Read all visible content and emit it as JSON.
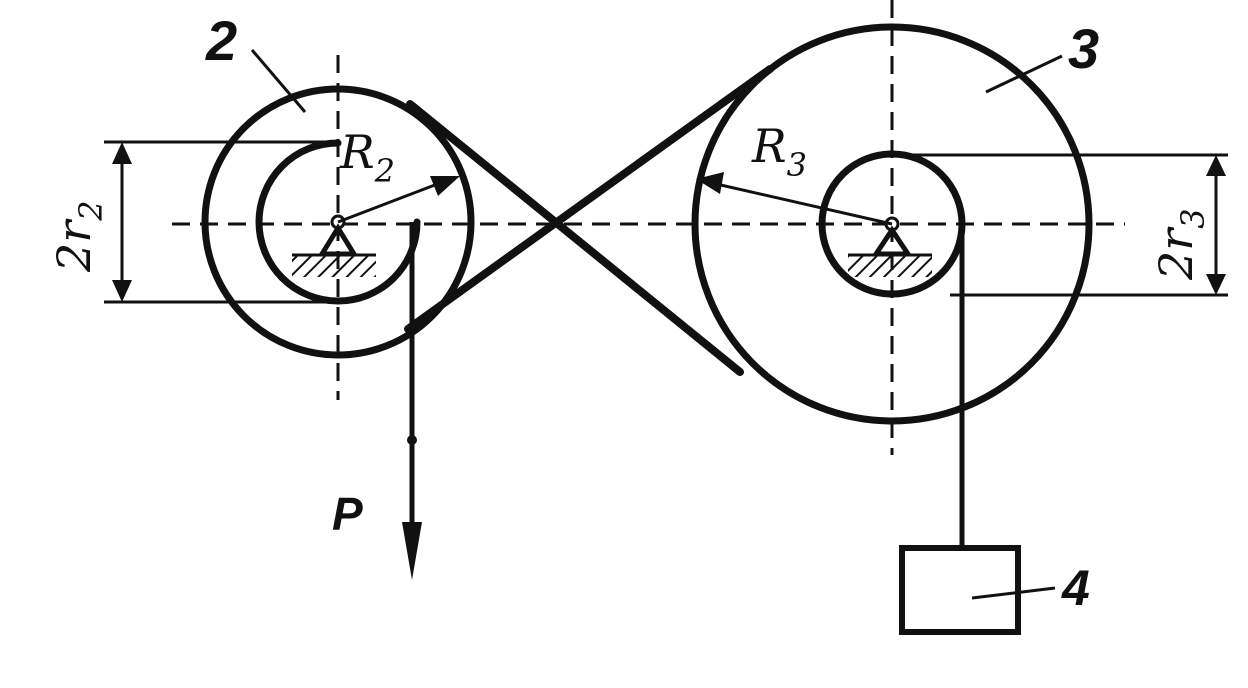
{
  "labels": {
    "pulley2": "2",
    "pulley3": "3",
    "load": "4",
    "r2_radius": "R",
    "r2_sub": "2",
    "r3_radius": "R",
    "r3_sub": "3",
    "two_r2": "2r",
    "two_r2_sub": "2",
    "two_r3": "2r",
    "two_r3_sub": "3",
    "force": "P"
  }
}
